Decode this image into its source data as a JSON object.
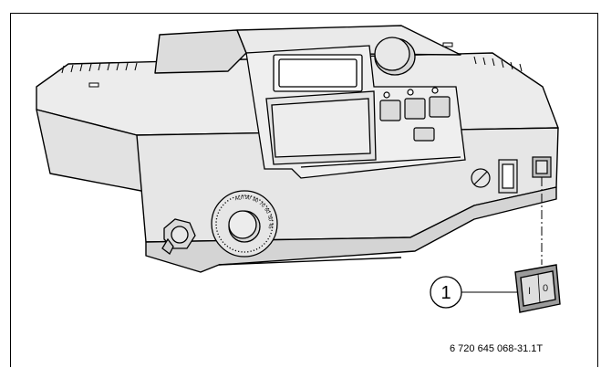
{
  "callout_number": "1",
  "dial_marks": [
    "AUT",
    "90",
    "80",
    "70",
    "60",
    "50",
    "45"
  ],
  "switch_labels": {
    "on": "I",
    "off": "0"
  },
  "figure_reference": "6 720 645 068-31.1T",
  "colors": {
    "housing_fill": "#e9e9e9",
    "housing_dark": "#cfcfcf",
    "outline": "#000000",
    "switch_body": "#9a9a9a",
    "switch_face": "#dcdcdc"
  }
}
